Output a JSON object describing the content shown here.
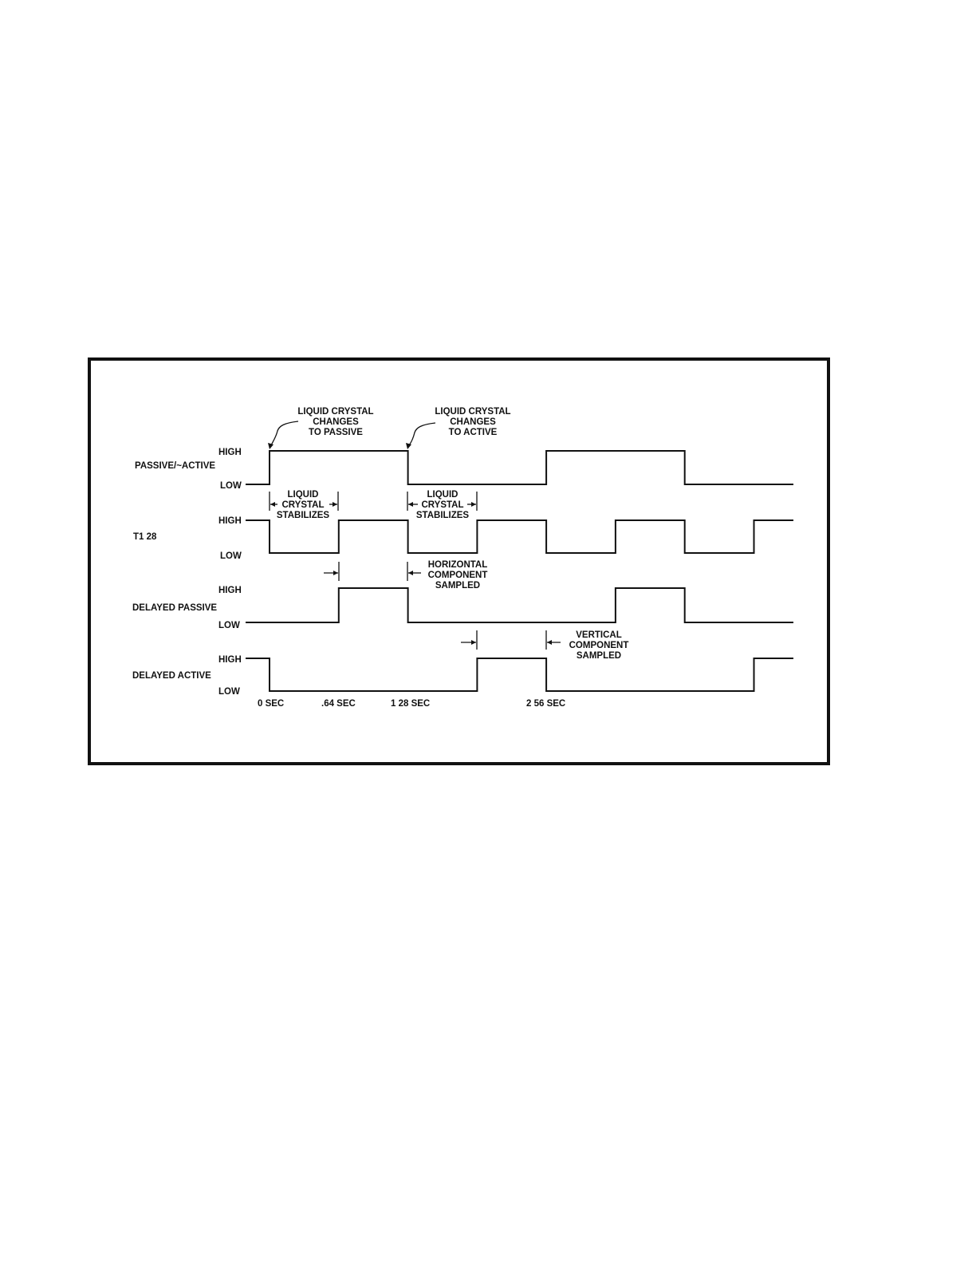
{
  "colors": {
    "ink": "#111111",
    "background": "#ffffff"
  },
  "signals": [
    {
      "id": "passive-active",
      "label": "PASSIVE/~ACTIVE",
      "high_label": "HIGH",
      "low_label": "LOW",
      "initial": "low",
      "transitions": [
        {
          "t": 0,
          "to": "high"
        },
        {
          "t": 1.28,
          "to": "low"
        },
        {
          "t": 2.56,
          "to": "high"
        },
        {
          "t": 3.84,
          "to": "low"
        }
      ]
    },
    {
      "id": "t128",
      "label": "T1 28",
      "high_label": "HIGH",
      "low_label": "LOW",
      "initial": "high",
      "transitions": [
        {
          "t": 0,
          "to": "low"
        },
        {
          "t": 0.64,
          "to": "high"
        },
        {
          "t": 1.28,
          "to": "low"
        },
        {
          "t": 1.92,
          "to": "high"
        },
        {
          "t": 2.56,
          "to": "low"
        },
        {
          "t": 3.2,
          "to": "high"
        },
        {
          "t": 3.84,
          "to": "low"
        },
        {
          "t": 4.48,
          "to": "high"
        }
      ]
    },
    {
      "id": "delayed-passive",
      "label": "DELAYED PASSIVE",
      "high_label": "HIGH",
      "low_label": "LOW",
      "initial": "low",
      "transitions": [
        {
          "t": 0.64,
          "to": "high"
        },
        {
          "t": 1.28,
          "to": "low"
        },
        {
          "t": 3.2,
          "to": "high"
        },
        {
          "t": 3.84,
          "to": "low"
        }
      ]
    },
    {
      "id": "delayed-active",
      "label": "DELAYED ACTIVE",
      "high_label": "HIGH",
      "low_label": "LOW",
      "initial": "high",
      "transitions": [
        {
          "t": 0,
          "to": "low"
        },
        {
          "t": 1.92,
          "to": "high"
        },
        {
          "t": 2.56,
          "to": "low"
        },
        {
          "t": 4.48,
          "to": "high"
        }
      ]
    }
  ],
  "time_labels": [
    {
      "t": 0,
      "text": "0 SEC"
    },
    {
      "t": 0.64,
      "text": ".64 SEC"
    },
    {
      "t": 1.28,
      "text": "1 28 SEC"
    },
    {
      "t": 2.56,
      "text": "2 56 SEC"
    }
  ],
  "annotations": {
    "lc_passive": {
      "lines": [
        "LIQUID CRYSTAL",
        "CHANGES",
        "TO PASSIVE"
      ]
    },
    "lc_active": {
      "lines": [
        "LIQUID CRYSTAL",
        "CHANGES",
        "TO ACTIVE"
      ]
    },
    "stabilizes_1": {
      "lines": [
        "LIQUID",
        "CRYSTAL",
        "STABILIZES"
      ]
    },
    "stabilizes_2": {
      "lines": [
        "LIQUID",
        "CRYSTAL",
        "STABILIZES"
      ]
    },
    "horizontal": {
      "lines": [
        "HORIZONTAL",
        "COMPONENT",
        "SAMPLED"
      ]
    },
    "vertical": {
      "lines": [
        "VERTICAL",
        "COMPONENT",
        "SAMPLED"
      ]
    }
  }
}
